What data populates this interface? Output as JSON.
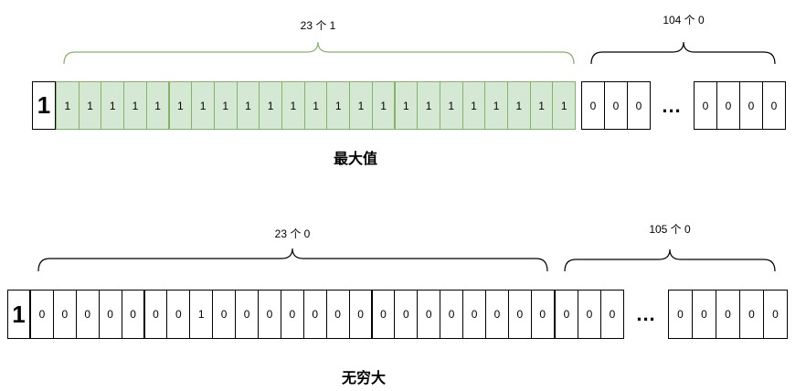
{
  "diagrams": [
    {
      "title": "最大值",
      "lead_bit": "1",
      "bits": [
        "1",
        "1",
        "1",
        "1",
        "1",
        "1",
        "1",
        "1",
        "1",
        "1",
        "1",
        "1",
        "1",
        "1",
        "1",
        "1",
        "1",
        "1",
        "1",
        "1",
        "1",
        "1",
        "1"
      ],
      "tail_start": [
        "0",
        "0",
        "0"
      ],
      "ellipsis": "...",
      "tail_end": [
        "0",
        "0",
        "0",
        "0"
      ],
      "group1_label": "23 个 1",
      "group2_label": "104 个 0",
      "highlight_color": "#d5e8d4",
      "highlight_border": "#82b366"
    },
    {
      "title": "无穷大",
      "lead_bit": "1",
      "bits": [
        "0",
        "0",
        "0",
        "0",
        "0",
        "0",
        "0",
        "1",
        "0",
        "0",
        "0",
        "0",
        "0",
        "0",
        "0",
        "0",
        "0",
        "0",
        "0",
        "0",
        "0",
        "0",
        "0"
      ],
      "tail_start": [
        "0",
        "0",
        "0"
      ],
      "ellipsis": "...",
      "tail_end": [
        "0",
        "0",
        "0",
        "0",
        "0"
      ],
      "group1_label": "23 个 0",
      "group2_label": "105 个 0"
    }
  ]
}
